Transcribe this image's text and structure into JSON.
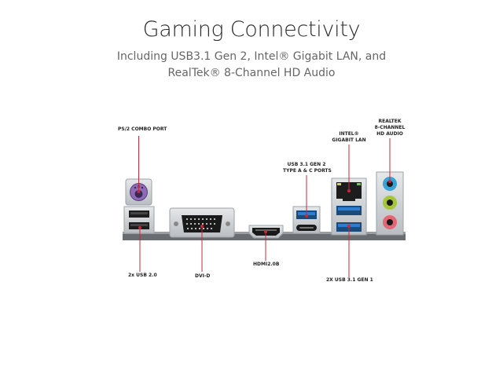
{
  "header": {
    "title": "Gaming Connectivity",
    "subtitle_line1": "Including USB3.1 Gen 2, Intel® Gigabit LAN, and",
    "subtitle_line2": "RealTek® 8-Channel HD Audio"
  },
  "ports": {
    "ps2": "PS/2 COMBO PORT",
    "usb20": "2x USB 2.0",
    "dvi": "DVI-D",
    "hdmi": "HDMI2.0B",
    "usb31gen2_line1": "USB 3.1 GEN 2",
    "usb31gen2_line2": "TYPE A & C PORTS",
    "lan_line1": "INTEL®",
    "lan_line2": "GIGABIT LAN",
    "usb31gen1": "2X USB 3.1 GEN 1",
    "audio_line1": "REALTEK",
    "audio_line2": "8-CHANNEL",
    "audio_line3": "HD AUDIO"
  },
  "colors": {
    "callout": "#c7283a",
    "usb3": "#2d7dd2",
    "usb2": "#222222",
    "audio_blue": "#3aa3d6",
    "audio_green": "#a6c63a",
    "audio_pink": "#e26673",
    "ps2_purple": "#8d6bb5"
  }
}
